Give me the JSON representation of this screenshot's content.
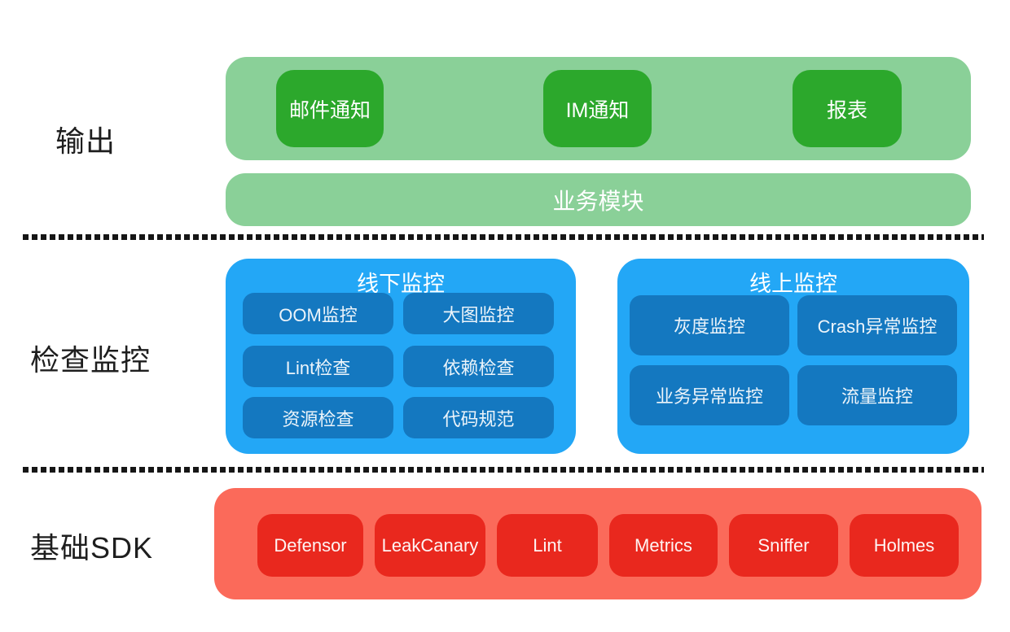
{
  "colors": {
    "green_light": "#8AD098",
    "green_dark": "#2CA82C",
    "blue_light": "#23A7F6",
    "blue_dark": "#1478C0",
    "red_light": "#FB6A5A",
    "red_dark": "#E9281E",
    "label_text": "#1E1E1E",
    "button_text": "#FFFFFF"
  },
  "layers": {
    "output": {
      "label": "输出",
      "buttons": [
        "邮件通知",
        "IM通知",
        "报表"
      ],
      "bar": "业务模块"
    },
    "monitoring": {
      "label": "检查监控",
      "groups": [
        {
          "title": "线下监控",
          "items": [
            "OOM监控",
            "大图监控",
            "Lint检查",
            "依赖检查",
            "资源检查",
            "代码规范"
          ]
        },
        {
          "title": "线上监控",
          "items": [
            "灰度监控",
            "Crash异常监控",
            "业务异常监控",
            "流量监控"
          ]
        }
      ]
    },
    "sdk": {
      "label": "基础SDK",
      "items": [
        "Defensor",
        "LeakCanary",
        "Lint",
        "Metrics",
        "Sniffer",
        "Holmes"
      ]
    }
  }
}
